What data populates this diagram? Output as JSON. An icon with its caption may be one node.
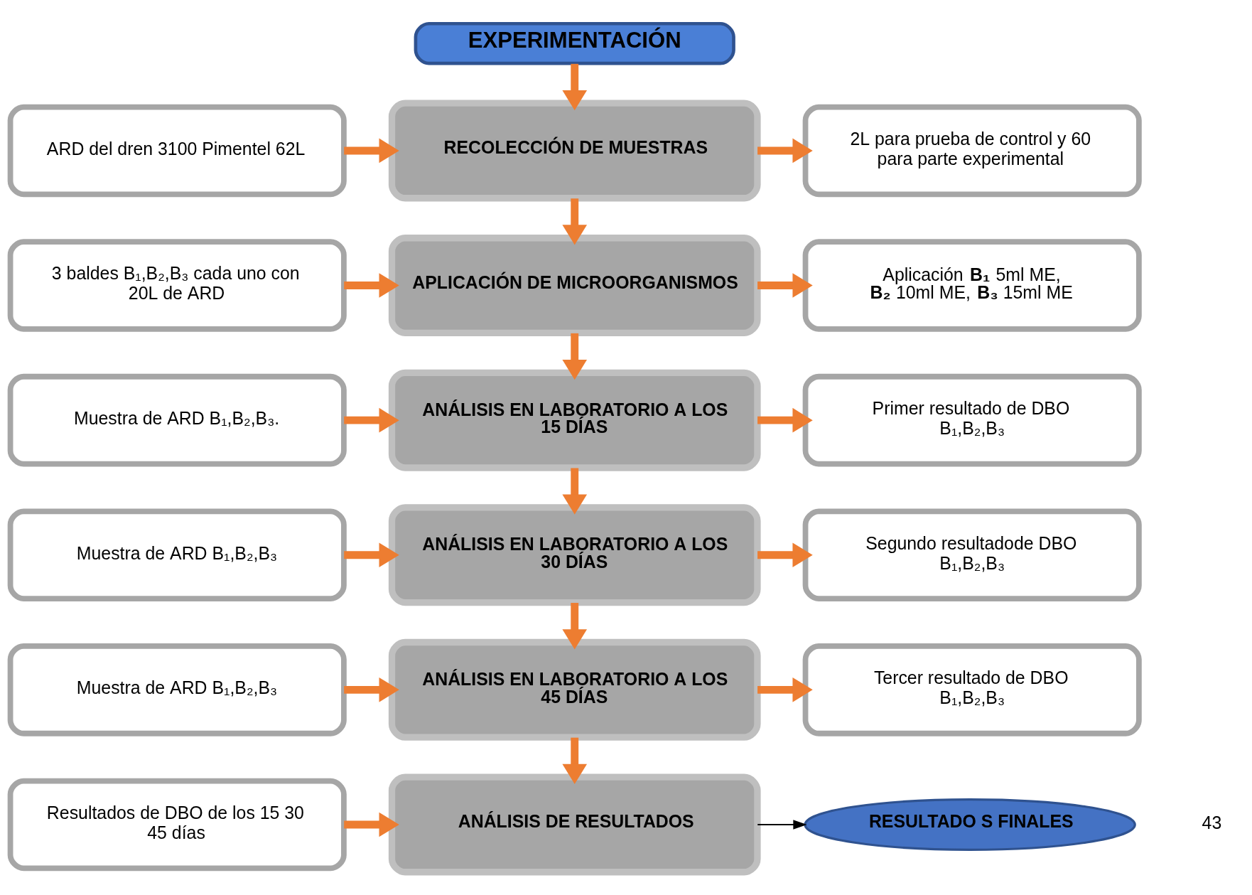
{
  "diagram": {
    "nodes": [
      {
        "text": [
          "EXPERIMENTACIÓN"
        ]
      },
      {
        "text": [
          "RECOLECCIÓN DE MUESTRAS"
        ]
      },
      {
        "text": [
          "ARD del dren 3100 Pimentel 62L"
        ]
      },
      {
        "text": [
          "2L para prueba de control y 60 para parte experimental"
        ]
      },
      {
        "text": [
          "APLICACIÓN DE MICROORGANISMOS"
        ]
      },
      {
        "text": [
          "3 baldes B₁,B₂,B₃ cada uno con 20L de ARD"
        ]
      },
      {
        "text": [
          "Aplicación **B₁** 5ml ME, **B₂** 10ml ME, **B₃** 15ml ME"
        ]
      },
      {
        "text": [
          "ANÁLISIS EN LABORATORIO A LOS 15 DÍAS"
        ]
      },
      {
        "text": [
          "Muestra de ARD B₁,B₂,B₃."
        ]
      },
      {
        "text": [
          "Primer resultado de DBO B₁,B₂,B₃"
        ]
      },
      {
        "text": [
          "ANÁLISIS EN LABORATORIO A LOS 30 DÍAS"
        ]
      },
      {
        "text": [
          "Muestra de ARD B₁,B₂,B₃"
        ]
      },
      {
        "text": [
          "Segundo resultadode DBO B₁,B₂,B₃"
        ]
      },
      {
        "text": [
          "ANÁLISIS EN LABORATORIO A LOS 45 DÍAS"
        ]
      },
      {
        "text": [
          "Muestra de ARD B₁,B₂,B₃"
        ]
      },
      {
        "text": [
          "Tercer resultado de DBO B₁,B₂,B₃"
        ]
      },
      {
        "text": [
          "ANÁLISIS DE RESULTADOS"
        ]
      },
      {
        "text": [
          "Resultados de DBO de los 15 30 45 días"
        ]
      },
      {
        "text": [
          "RESULTADO S FINALES"
        ]
      }
    ],
    "edges": [
      {
        "from": 0,
        "to": 1,
        "arrow": "to"
      },
      {
        "from": 2,
        "to": 1,
        "arrow": "to"
      },
      {
        "from": 1,
        "to": 3,
        "arrow": "to"
      },
      {
        "from": 1,
        "to": 4,
        "arrow": "to"
      },
      {
        "from": 5,
        "to": 4,
        "arrow": "to"
      },
      {
        "from": 4,
        "to": 6,
        "arrow": "to"
      },
      {
        "from": 4,
        "to": 7,
        "arrow": "to"
      },
      {
        "from": 8,
        "to": 7,
        "arrow": "to"
      },
      {
        "from": 7,
        "to": 9,
        "arrow": "to"
      },
      {
        "from": 7,
        "to": 10,
        "arrow": "to"
      },
      {
        "from": 11,
        "to": 10,
        "arrow": "to"
      },
      {
        "from": 10,
        "to": 12,
        "arrow": "to"
      },
      {
        "from": 10,
        "to": 13,
        "arrow": "to"
      },
      {
        "from": 14,
        "to": 13,
        "arrow": "to"
      },
      {
        "from": 13,
        "to": 15,
        "arrow": "to"
      },
      {
        "from": 13,
        "to": 16,
        "arrow": "to"
      },
      {
        "from": 17,
        "to": 16,
        "arrow": "to"
      },
      {
        "from": 16,
        "to": 18,
        "arrow": "to",
        "color": "#000000"
      }
    ],
    "labels": [
      "43"
    ]
  }
}
